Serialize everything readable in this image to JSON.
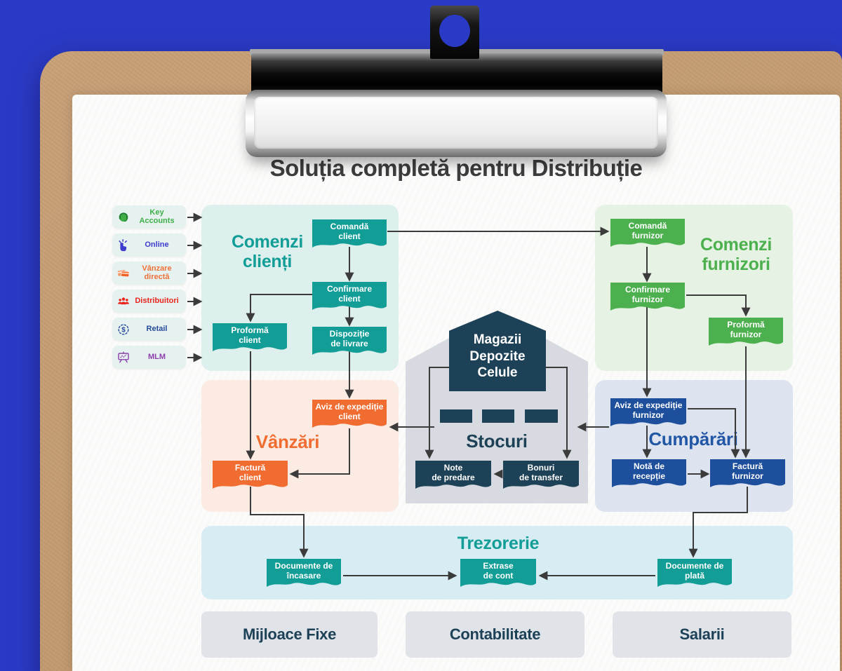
{
  "title": "Soluția completă pentru Distribuție",
  "colors": {
    "background": "#2b3ac6",
    "board": "#c49c72",
    "paper": "#fbfbfa",
    "teal": "#129d97",
    "green": "#4cb04e",
    "orange": "#f06c31",
    "royal_blue": "#1e4f9d",
    "navy": "#1d4156",
    "arrow": "#3b3b3b"
  },
  "channels": [
    {
      "label": "Key\nAccounts",
      "icon": "headset-person-icon",
      "color": "#3fae49"
    },
    {
      "label": "Online",
      "icon": "click-hand-icon",
      "color": "#3c3ccf"
    },
    {
      "label": "Vânzare\ndirectă",
      "icon": "credit-cards-icon",
      "color": "#f0703a"
    },
    {
      "label": "Distribuitori",
      "icon": "people-group-icon",
      "color": "#e8241c"
    },
    {
      "label": "Retail",
      "icon": "dollar-coin-icon",
      "color": "#27499a"
    },
    {
      "label": "MLM",
      "icon": "presentation-board-icon",
      "color": "#8d3fae"
    }
  ],
  "client_orders": {
    "title": "Comenzi\nclienți",
    "comanda_client": "Comandă\nclient",
    "confirmare_client": "Confirmare\nclient",
    "proforma_client": "Proformă\nclient",
    "dispozitie_livrare": "Dispoziție\nde livrare"
  },
  "supplier_orders": {
    "title": "Comenzi\nfurnizori",
    "comanda_furnizor": "Comandă\nfurnizor",
    "confirmare_furnizor": "Confirmare\nfurnizor",
    "proforma_furnizor": "Proformă\nfurnizor"
  },
  "sales": {
    "title": "Vânzări",
    "aviz_client": "Aviz de expediție\nclient",
    "factura_client": "Factură\nclient"
  },
  "purchases": {
    "title": "Cumpărări",
    "aviz_furnizor": "Aviz de expediție\nfurnizor",
    "nota_receptie": "Notă de\nrecepție",
    "factura_furnizor": "Factură\nfurnizor"
  },
  "warehouse": {
    "building": "Magazii\nDepozite\nCelule",
    "stocks_title": "Stocuri",
    "note_predare": "Note\nde predare",
    "bonuri_transfer": "Bonuri\nde transfer"
  },
  "treasury": {
    "title": "Trezorerie",
    "doc_incasare": "Documente de\nîncasare",
    "extrase_cont": "Extrase\nde cont",
    "doc_plata": "Documente de\nplată"
  },
  "footer_modules": [
    "Mijloace Fixe",
    "Contabilitate",
    "Salarii"
  ]
}
